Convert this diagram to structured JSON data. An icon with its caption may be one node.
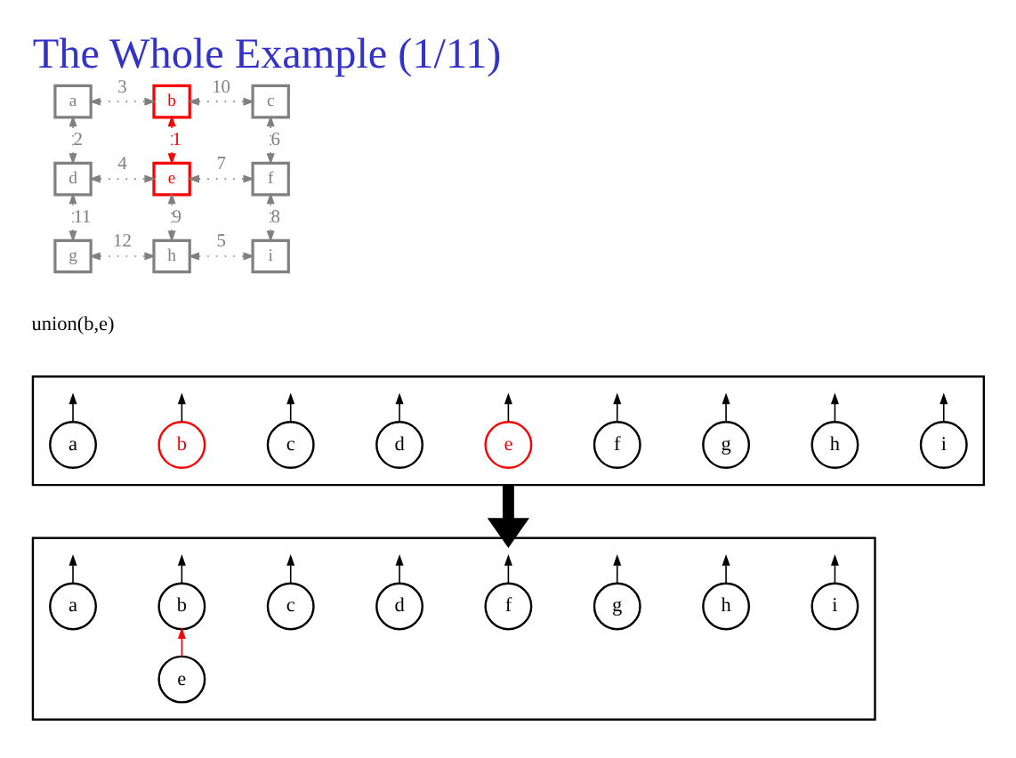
{
  "diagram": {
    "title": "The Whole Example (1/11)",
    "nodes": [
      {
        "text": [
          "a"
        ]
      },
      {
        "text": [
          "b"
        ]
      },
      {
        "text": [
          "c"
        ]
      },
      {
        "text": [
          "d"
        ]
      },
      {
        "text": [
          "e"
        ]
      },
      {
        "text": [
          "f"
        ]
      },
      {
        "text": [
          "g"
        ]
      },
      {
        "text": [
          "h"
        ]
      },
      {
        "text": [
          "i"
        ]
      },
      {
        "text": [],
        "shape": "box"
      },
      {
        "text": [
          "a"
        ],
        "in": 9
      },
      {
        "text": [
          "b"
        ],
        "in": 9
      },
      {
        "text": [
          "c"
        ],
        "in": 9
      },
      {
        "text": [
          "d"
        ],
        "in": 9
      },
      {
        "text": [
          "e"
        ],
        "in": 9
      },
      {
        "text": [
          "f"
        ],
        "in": 9
      },
      {
        "text": [
          "g"
        ],
        "in": 9
      },
      {
        "text": [
          "h"
        ],
        "in": 9
      },
      {
        "text": [
          "i"
        ],
        "in": 9
      },
      {
        "text": [],
        "shape": "box"
      },
      {
        "text": [
          "a"
        ],
        "in": 19
      },
      {
        "text": [
          "b"
        ],
        "in": 19
      },
      {
        "text": [
          "c"
        ],
        "in": 19
      },
      {
        "text": [
          "d"
        ],
        "in": 19
      },
      {
        "text": [
          "f"
        ],
        "in": 19
      },
      {
        "text": [
          "g"
        ],
        "in": 19
      },
      {
        "text": [
          "h"
        ],
        "in": 19
      },
      {
        "text": [
          "i"
        ],
        "in": 19
      },
      {
        "text": [
          "e"
        ],
        "in": 19
      }
    ],
    "edges": [
      {
        "from": 0,
        "to": 1,
        "arrow": "both",
        "label": "3",
        "style": "dashed",
        "color": "#808080"
      },
      {
        "from": 1,
        "to": 2,
        "arrow": "both",
        "label": "10",
        "style": "dashed",
        "color": "#808080"
      },
      {
        "from": 0,
        "to": 3,
        "arrow": "both",
        "label": "2",
        "style": "dashed",
        "color": "#808080"
      },
      {
        "from": 1,
        "to": 4,
        "arrow": "both",
        "label": "1",
        "style": "dashed",
        "color": "#ff0000"
      },
      {
        "from": 2,
        "to": 5,
        "arrow": "both",
        "label": "6",
        "style": "dashed",
        "color": "#808080"
      },
      {
        "from": 3,
        "to": 4,
        "arrow": "both",
        "label": "4",
        "style": "dashed",
        "color": "#808080"
      },
      {
        "from": 4,
        "to": 5,
        "arrow": "both",
        "label": "7",
        "style": "dashed",
        "color": "#808080"
      },
      {
        "from": 3,
        "to": 6,
        "arrow": "both",
        "label": "11",
        "style": "dashed",
        "color": "#808080"
      },
      {
        "from": 4,
        "to": 7,
        "arrow": "both",
        "label": "9",
        "style": "dashed",
        "color": "#808080"
      },
      {
        "from": 5,
        "to": 8,
        "arrow": "both",
        "label": "8",
        "style": "dashed",
        "color": "#808080"
      },
      {
        "from": 6,
        "to": 7,
        "arrow": "both",
        "label": "12",
        "style": "dashed",
        "color": "#808080"
      },
      {
        "from": 7,
        "to": 8,
        "arrow": "both",
        "label": "5",
        "style": "dashed",
        "color": "#808080"
      },
      {
        "from": 10,
        "to": null,
        "arrow": "to"
      },
      {
        "from": 11,
        "to": null,
        "arrow": "to"
      },
      {
        "from": 12,
        "to": null,
        "arrow": "to"
      },
      {
        "from": 13,
        "to": null,
        "arrow": "to"
      },
      {
        "from": 14,
        "to": null,
        "arrow": "to"
      },
      {
        "from": 15,
        "to": null,
        "arrow": "to"
      },
      {
        "from": 16,
        "to": null,
        "arrow": "to"
      },
      {
        "from": 17,
        "to": null,
        "arrow": "to"
      },
      {
        "from": 18,
        "to": null,
        "arrow": "to"
      },
      {
        "from": 9,
        "to": 19,
        "arrow": "to",
        "style": "thick"
      },
      {
        "from": 20,
        "to": null,
        "arrow": "to"
      },
      {
        "from": 21,
        "to": null,
        "arrow": "to"
      },
      {
        "from": 22,
        "to": null,
        "arrow": "to"
      },
      {
        "from": 23,
        "to": null,
        "arrow": "to"
      },
      {
        "from": 24,
        "to": null,
        "arrow": "to"
      },
      {
        "from": 25,
        "to": null,
        "arrow": "to"
      },
      {
        "from": 26,
        "to": null,
        "arrow": "to"
      },
      {
        "from": 27,
        "to": null,
        "arrow": "to"
      },
      {
        "from": 28,
        "to": 21,
        "arrow": "to",
        "color": "#ff0000"
      }
    ],
    "labels": [
      "union(b,e)"
    ]
  }
}
